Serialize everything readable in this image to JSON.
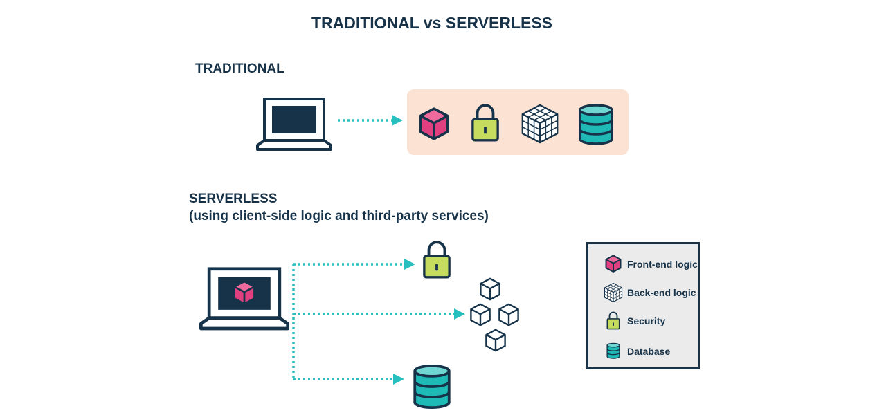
{
  "title": "TRADITIONAL vs SERVERLESS",
  "traditional": {
    "heading": "TRADITIONAL"
  },
  "serverless": {
    "heading": "SERVERLESS",
    "subheading": "(using client-side logic and third-party services)"
  },
  "legend": {
    "items": [
      {
        "label": "Front-end logic",
        "icon": "front-end-cube-icon"
      },
      {
        "label": "Back-end logic",
        "icon": "back-end-cube-grid-icon"
      },
      {
        "label": "Security",
        "icon": "padlock-icon"
      },
      {
        "label": "Database",
        "icon": "database-icon"
      }
    ]
  },
  "colors": {
    "dark": "#173349",
    "front_end": "#e0407f",
    "security": "#c6dc5e",
    "database": "#1fb9b6",
    "arrow": "#27c0be",
    "traditional_panel": "#fbe2d3",
    "legend_bg": "#ebebeb"
  }
}
